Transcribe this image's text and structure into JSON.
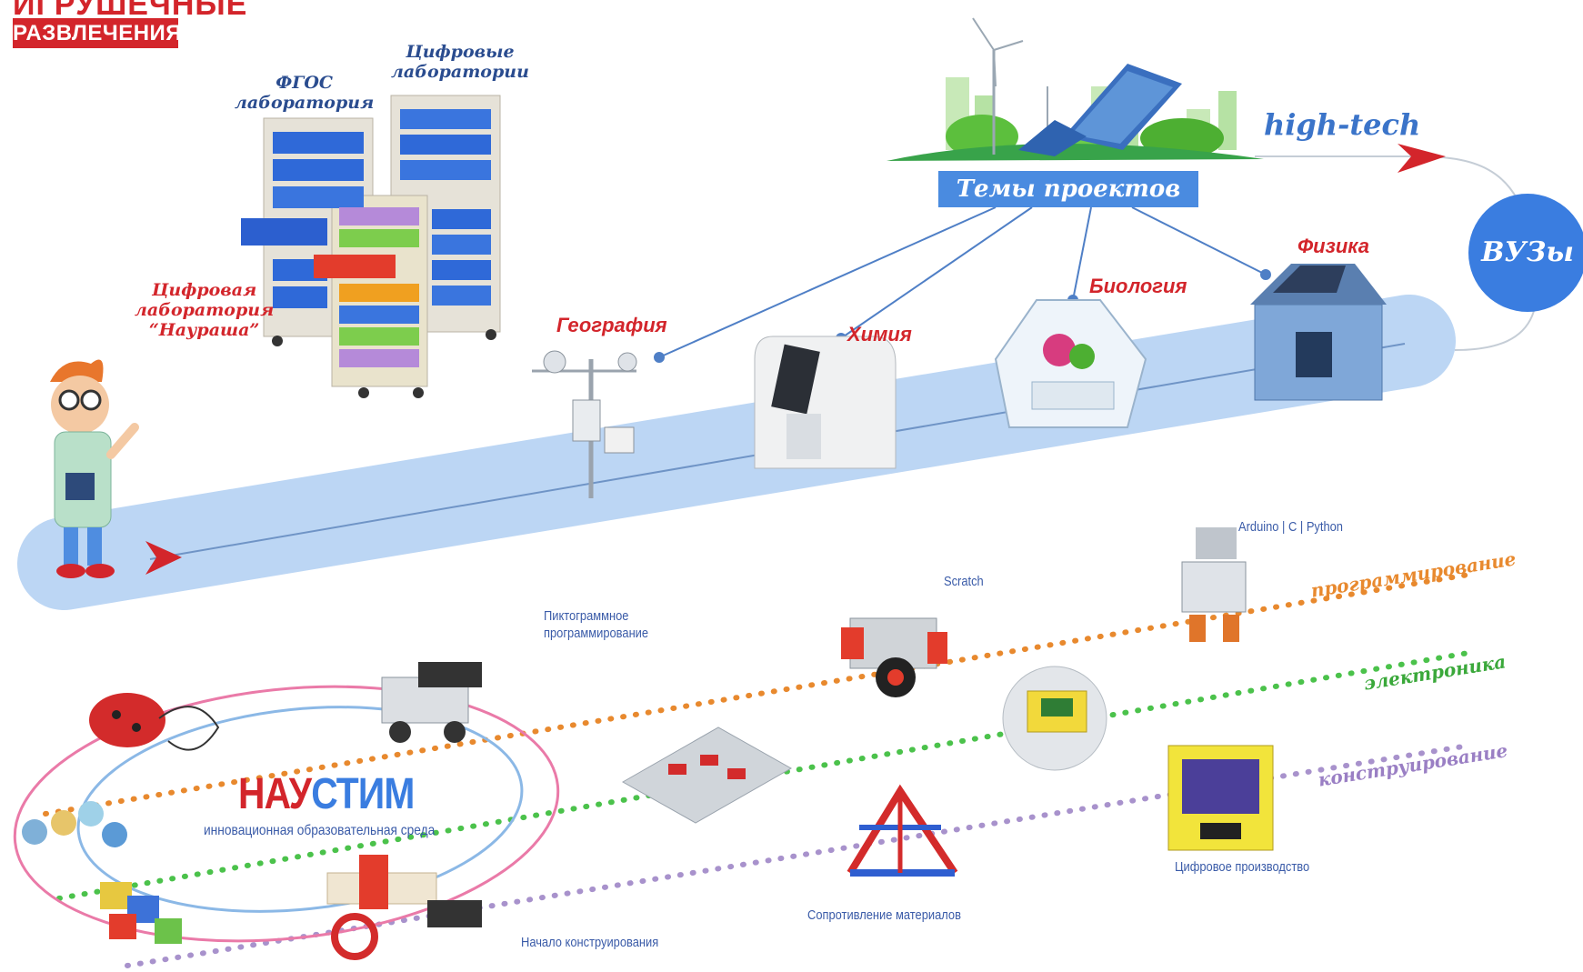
{
  "logo": {
    "top_word": "ИГРУШЕЧНЫЕ",
    "bottom_word": "РАЗВЛЕЧЕНИЯ"
  },
  "labs": {
    "fgos": "ФГОС\nлаборатория",
    "digital": "Цифровые\nлаборатории",
    "naurasha": "Цифровая\nлаборатория\n“Наураша”"
  },
  "topics_title": "Темы проектов",
  "high_tech": "high-tech",
  "vuz": "ВУЗы",
  "subjects": {
    "geo": "География",
    "chem": "Химия",
    "bio": "Биология",
    "phys": "Физика"
  },
  "tracks": {
    "programming": "программирование",
    "electronics": "электроника",
    "construction": "конструирование"
  },
  "steps": {
    "arduino": "Arduino | C | Python",
    "scratch": "Scratch",
    "pictogram": "Пиктограммное\nпрограммирование",
    "digital_production": "Цифровое производство",
    "materials": "Сопротивление материалов",
    "start_construct": "Начало конструирования"
  },
  "naustim": {
    "part1": "НАУ",
    "part2": "СТИМ",
    "subtitle": "инновационная образовательная среда"
  },
  "colors": {
    "road": "#bcd6f4",
    "accent_red": "#d3252b",
    "accent_blue": "#3a7de0",
    "prog": "#e8892e",
    "elec": "#4bc24b",
    "cons": "#a892cc",
    "ring_pink": "#ea7aa8",
    "ring_blue": "#8bb8e6"
  }
}
